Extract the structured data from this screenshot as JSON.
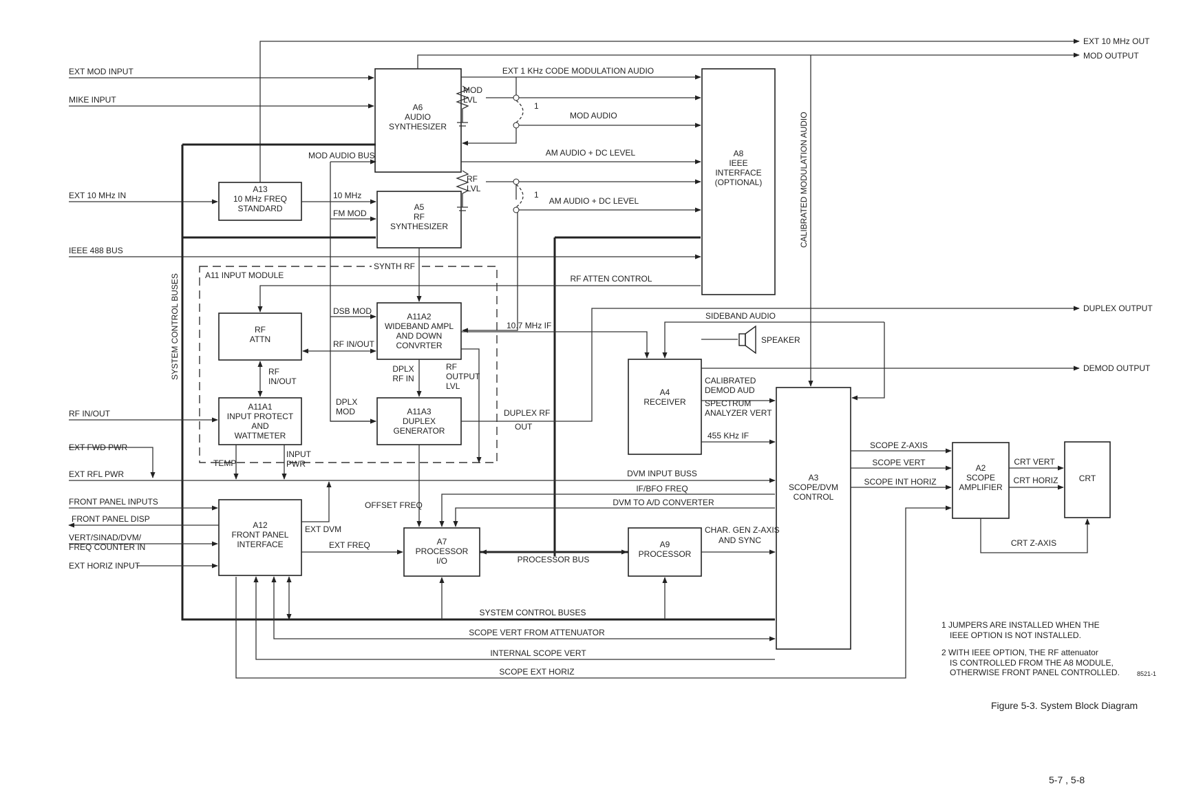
{
  "blocks": {
    "a6": [
      "A6",
      "AUDIO",
      "SYNTHESIZER"
    ],
    "a13": [
      "A13",
      "10 MHz FREQ",
      "STANDARD"
    ],
    "a5": [
      "A5",
      "RF",
      "SYNTHESIZER"
    ],
    "a8": [
      "A8",
      "IEEE",
      "INTERFACE",
      "(OPTIONAL)"
    ],
    "rf_attn": [
      "RF",
      "ATTN"
    ],
    "a11a2": [
      "A11A2",
      "WIDEBAND AMPL",
      "AND DOWN",
      "CONVRTER"
    ],
    "a11a1": [
      "A11A1",
      "INPUT PROTECT",
      "AND",
      "WATTMETER"
    ],
    "a11a3": [
      "A11A3",
      "DUPLEX",
      "GENERATOR"
    ],
    "a4": [
      "A4",
      "RECEIVER"
    ],
    "a3": [
      "A3",
      "SCOPE/DVM",
      "CONTROL"
    ],
    "a2": [
      "A2",
      "SCOPE",
      "AMPLIFIER"
    ],
    "crt": [
      "CRT"
    ],
    "a12": [
      "A12",
      "FRONT PANEL",
      "INTERFACE"
    ],
    "a7": [
      "A7",
      "PROCESSOR",
      "I/O"
    ],
    "a9": [
      "A9",
      "PROCESSOR"
    ]
  },
  "inputs": {
    "ext_mod_input": "EXT MOD INPUT",
    "mike_input": "MIKE INPUT",
    "ext_10mhz_in": "EXT 10 MHz IN",
    "ieee_488_bus": "IEEE 488 BUS",
    "rf_in_out": "RF IN/OUT",
    "ext_fwd_pwr": "EXT FWD PWR",
    "ext_rfl_pwr": "EXT RFL PWR",
    "front_panel_inputs": "FRONT PANEL INPUTS",
    "front_panel_disp": "FRONT PANEL DISP",
    "vert_sinad_1": "VERT/SINAD/DVM/",
    "vert_sinad_2": "FREQ COUNTER IN",
    "ext_horiz_input": "EXT HORIZ INPUT"
  },
  "outputs": {
    "ext_10mhz_out": "EXT 10 MHz OUT",
    "mod_output": "MOD OUTPUT",
    "duplex_output": "DUPLEX OUTPUT",
    "demod_output": "DEMOD OUTPUT"
  },
  "signals": {
    "ext_1khz_code": "EXT 1 KHz CODE  MODULATION AUDIO",
    "mod": "MOD",
    "lvl": "LVL",
    "rf": "RF",
    "jumper_1": "1",
    "mod_audio": "MOD AUDIO",
    "am_audio_dc_1": "AM AUDIO + DC LEVEL",
    "am_audio_dc_2": "AM AUDIO + DC LEVEL",
    "mod_audio_bus": "MOD AUDIO BUS",
    "ten_mhz": "10 MHz",
    "fm_mod": "FM MOD",
    "synth_rf": "SYNTH RF",
    "a11_input_module": "A11 INPUT MODULE",
    "rf_atten_control": "RF ATTEN  CONTROL",
    "calibrated_mod_audio": "CALIBRATED MODULATION AUDIO",
    "system_control_buses_v": "SYSTEM CONTROL BUSES",
    "dsb_mod": "DSB MOD",
    "rf_in_out_int": "RF IN/OUT",
    "ten7_mhz_if": "10.7 MHz IF",
    "sideband_audio": "SIDEBAND AUDIO",
    "speaker": "SPEAKER",
    "rf_1": "RF",
    "in_out": "IN/OUT",
    "dplx_rf_1": "DPLX",
    "dplx_rf_2": "RF IN",
    "rf_output_lvl_1": "RF",
    "rf_output_lvl_2": "OUTPUT",
    "rf_output_lvl_3": "LVL",
    "dplx_mod_1": "DPLX",
    "dplx_mod_2": "MOD",
    "duplex_rf_out_1": "DUPLEX RF",
    "duplex_rf_out_2": "OUT",
    "calibrated_demod_1": "CALIBRATED",
    "calibrated_demod_2": "DEMOD AUD",
    "spectrum_analyzer_1": "SPECTRUM",
    "spectrum_analyzer_2": "ANALYZER VERT",
    "khz455_if": "455 KHz IF",
    "temp": "TEMP",
    "input_pwr_1": "INPUT",
    "input_pwr_2": "PWR",
    "dvm_input_buss": "DVM INPUT BUSS",
    "if_bfo_freq": "IF/BFO FREQ",
    "dvm_to_ad": "DVM TO A/D CONVERTER",
    "offset_freq": "OFFSET FREQ",
    "scope_z_axis": "SCOPE Z-AXIS",
    "scope_vert": "SCOPE VERT",
    "scope_int_horiz": "SCOPE INT HORIZ",
    "crt_vert": "CRT VERT",
    "crt_horiz": "CRT HORIZ",
    "crt_z_axis": "CRT Z-AXIS",
    "ext_dvm": "EXT DVM",
    "ext_freq": "EXT FREQ",
    "processor_bus": "PROCESSOR BUS",
    "char_gen_1": "CHAR. GEN Z-AXIS",
    "char_gen_2": "AND SYNC",
    "system_control_buses_h": "SYSTEM CONTROL BUSES",
    "scope_vert_from_attenuator": "SCOPE VERT FROM ATTENUATOR",
    "internal_scope_vert": "INTERNAL SCOPE VERT",
    "scope_ext_horiz": "SCOPE EXT HORIZ"
  },
  "notes": {
    "n1_line1": "1  JUMPERS ARE INSTALLED WHEN THE",
    "n1_line2": "IEEE OPTION IS NOT INSTALLED.",
    "n2_line1": "2  WITH IEEE OPTION, THE RF attenuator",
    "n2_line2": "IS CONTROLLED FROM THE A8 MODULE,",
    "n2_line3": "OTHERWISE FRONT PANEL CONTROLLED."
  },
  "figure_id": "8521-1",
  "caption": "Figure 5-3.   System Block Diagram",
  "page_number": "5-7 , 5-8"
}
